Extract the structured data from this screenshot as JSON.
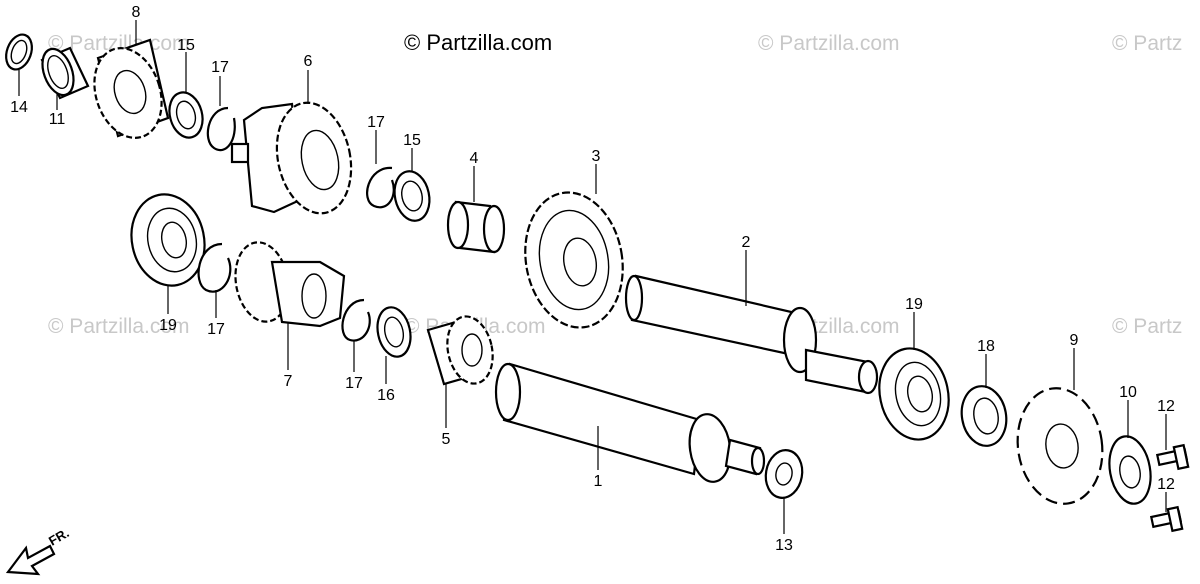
{
  "copyright_main": "© Partzilla.com",
  "watermark": "© Partzilla.com",
  "watermark_partial": "© Partz",
  "front_label": "FR.",
  "callouts": {
    "c1": "1",
    "c2": "2",
    "c3": "3",
    "c4": "4",
    "c5": "5",
    "c6": "6",
    "c7": "7",
    "c8": "8",
    "c9": "9",
    "c10": "10",
    "c11": "11",
    "c12a": "12",
    "c12b": "12",
    "c13": "13",
    "c14": "14",
    "c15a": "15",
    "c15b": "15",
    "c16": "16",
    "c17a": "17",
    "c17b": "17",
    "c17c": "17",
    "c17d": "17",
    "c18": "18",
    "c19a": "19",
    "c19b": "19"
  }
}
